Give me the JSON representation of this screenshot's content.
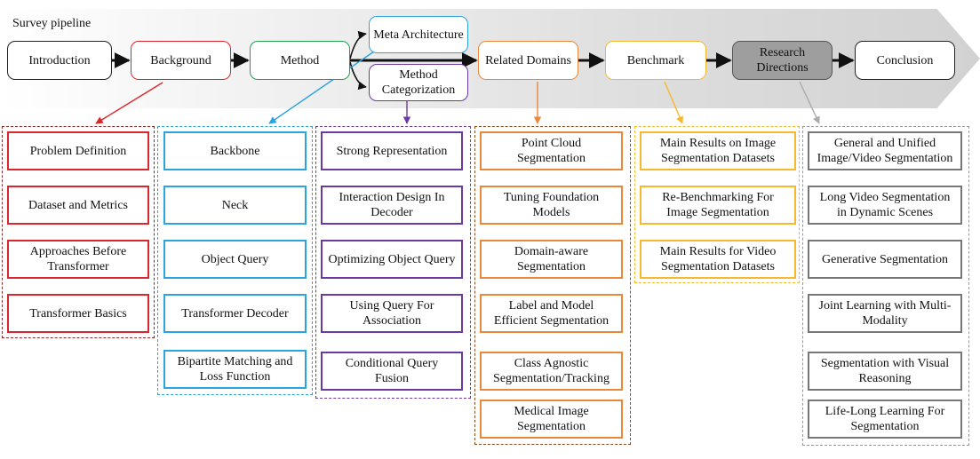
{
  "pipeline_title": "Survey pipeline",
  "stages": {
    "introduction": "Introduction",
    "background": "Background",
    "method": "Method",
    "meta_architecture": "Meta Architecture",
    "method_categorization": "Method Categorization",
    "related_domains": "Related Domains",
    "benchmark": "Benchmark",
    "research_directions": "Research Directions",
    "conclusion": "Conclusion"
  },
  "colors": {
    "background": "#d9262c",
    "method": "#22a050",
    "meta_architecture": "#29a4dc",
    "method_categorization": "#6a3aa0",
    "related_domains": "#e9883b",
    "benchmark": "#f6b92b",
    "research_directions": "#808080",
    "neutral": "#222222"
  },
  "groups": {
    "background": [
      "Problem Definition",
      "Dataset and Metrics",
      "Approaches Before Transformer",
      "Transformer Basics"
    ],
    "meta_architecture": [
      "Backbone",
      "Neck",
      "Object Query",
      "Transformer Decoder",
      "Bipartite Matching and Loss Function"
    ],
    "method_categorization": [
      "Strong Representation",
      "Interaction Design In Decoder",
      "Optimizing Object Query",
      "Using Query For Association",
      "Conditional Query Fusion"
    ],
    "related_domains": [
      "Point Cloud Segmentation",
      "Tuning Foundation Models",
      "Domain-aware Segmentation",
      "Label and Model Efficient Segmentation",
      "Class Agnostic Segmentation/Tracking",
      "Medical Image Segmentation"
    ],
    "benchmark": [
      "Main Results on Image Segmentation Datasets",
      "Re-Benchmarking For Image Segmentation",
      "Main Results for Video Segmentation Datasets"
    ],
    "research_directions": [
      "General and Unified Image/Video Segmentation",
      "Long Video Segmentation in Dynamic Scenes",
      "Generative Segmentation",
      "Joint Learning with Multi-Modality",
      "Segmentation with Visual Reasoning",
      "Life-Long Learning For Segmentation"
    ]
  }
}
